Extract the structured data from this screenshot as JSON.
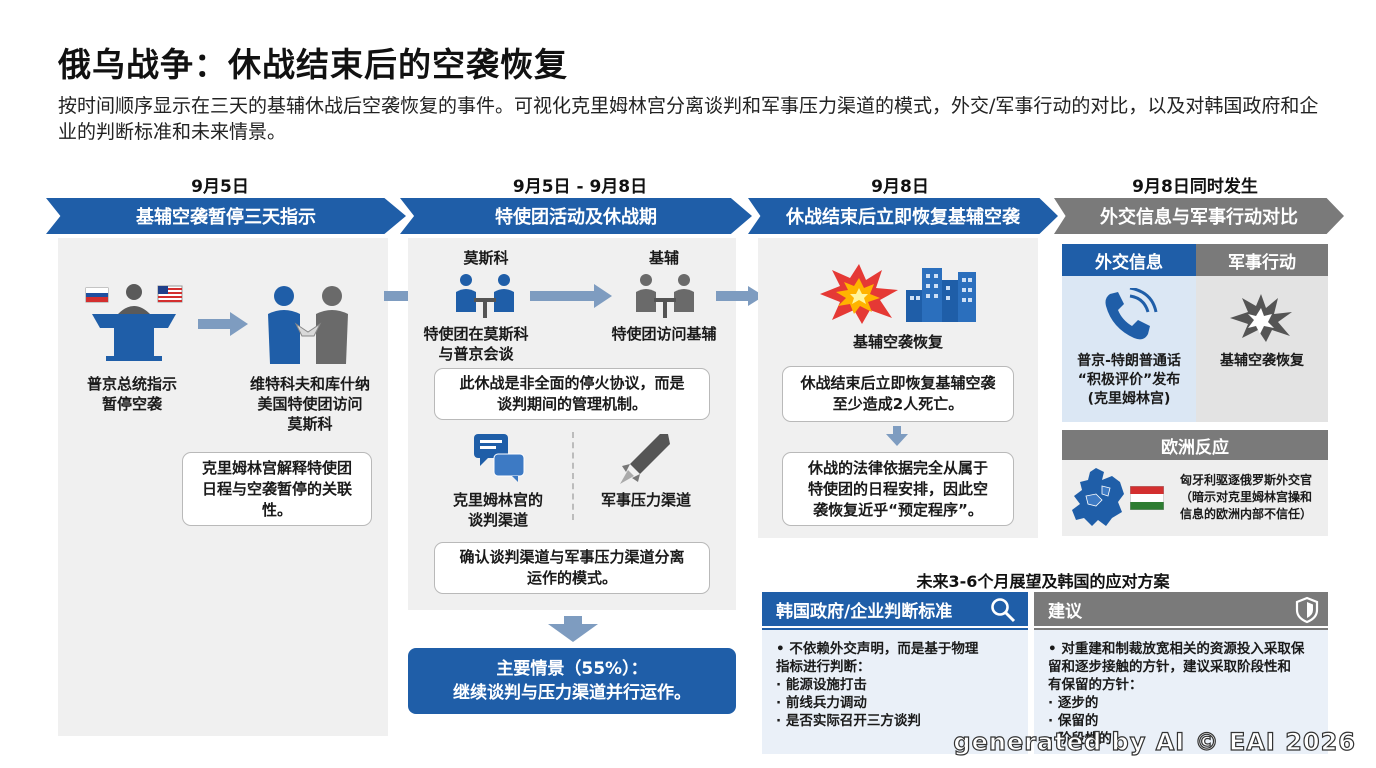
{
  "title": "俄乌战争：休战结束后的空袭恢复",
  "subtitle": "按时间顺序显示在三天的基辅休战后空袭恢复的事件。可视化克里姆林宫分离谈判和军事压力渠道的模式，外交/军事行动的对比，以及对韩国政府和企业的判断标准和未来情景。",
  "timeline": {
    "dates": [
      "9月5日",
      "9月5日 - 9月8日",
      "9月8日",
      "9月8日同时发生"
    ],
    "stages": [
      "基辅空袭暂停三天指示",
      "特使团活动及休战期",
      "休战结束后立即恢复基辅空袭",
      "外交信息与军事行动对比"
    ]
  },
  "col1": {
    "putin_label": "普京总统指示\n暂停空袭",
    "envoy_label": "维特科夫和库什纳\n美国特使团访问\n莫斯科",
    "note": "克里姆林宫解释特使团\n日程与空袭暂停的关联\n性。"
  },
  "col2": {
    "moscow_head": "莫斯科",
    "kyiv_head": "基辅",
    "moscow_label": "特使团在莫斯科\n与普京会谈",
    "kyiv_label": "特使团访问基辅",
    "note1": "此休战是非全面的停火协议，而是\n谈判期间的管理机制。",
    "channel1": "克里姆林宫的\n谈判渠道",
    "channel2": "军事压力渠道",
    "note2": "确认谈判渠道与军事压力渠道分离\n运作的模式。",
    "scenario": "主要情景（55%）：\n继续谈判与压力渠道并行运作。"
  },
  "col3": {
    "label": "基辅空袭恢复",
    "note1": "休战结束后立即恢复基辅空袭\n至少造成2人死亡。",
    "note2": "休战的法律依据完全从属于\n特使团的日程安排，因此空\n袭恢复近乎“预定程序”。"
  },
  "col4": {
    "tab_diplo": "外交信息",
    "tab_mil": "军事行动",
    "diplo_text": "普京-特朗普通话\n“积极评价”发布\n(克里姆林宫)",
    "mil_text": "基辅空袭恢复",
    "europe_head": "欧洲反应",
    "europe_text": "匈牙利驱逐俄罗斯外交官\n（暗示对克里姆林宫操和\n信息的欧洲内部不信任）"
  },
  "outlook": {
    "title": "未来3-6个月展望及韩国的应对方案",
    "left_head": "韩国政府/企业判断标准",
    "right_head": "建议",
    "left_items": [
      "•  不依赖外交声明，而是基于物理",
      "    指标进行判断：",
      "    ·  能源设施打击",
      "    ·  前线兵力调动",
      "    ·  是否实际召开三方谈判"
    ],
    "right_items": [
      "•  对重建和制裁放宽相关的资源投入采取保",
      "    留和逐步接触的方针，建议采取阶段性和",
      "    有保留的方针：",
      "    ·  逐步的",
      "    ·  保留的",
      "    ·  阶段性的"
    ]
  },
  "watermark": "generated by AI © EAI 2026",
  "colors": {
    "primary_blue": "#1f5ea8",
    "gray_header": "#7a7a7a",
    "red_flag": "#e53935",
    "panel_bg": "#f0f0f0"
  },
  "icons": [
    "podium-icon",
    "handshake-icon",
    "meeting-icon",
    "explosion-icon",
    "city-icon",
    "chat-icon",
    "missile-icon",
    "phone-icon",
    "blast-icon",
    "europe-map-icon",
    "hungary-flag-icon",
    "search-icon",
    "shield-icon"
  ]
}
